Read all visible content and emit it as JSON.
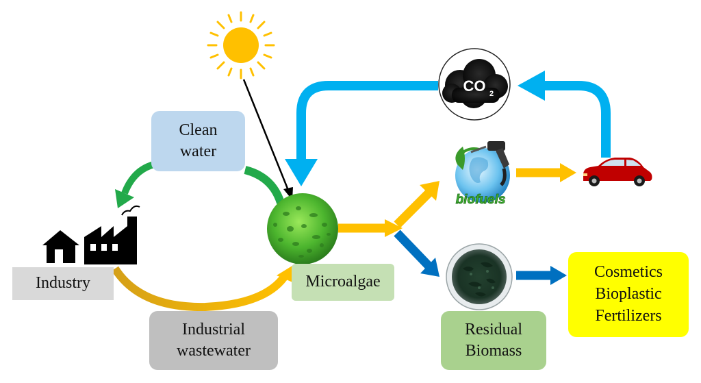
{
  "labels": {
    "clean_water": [
      "Clean",
      "water"
    ],
    "industry": "Industry",
    "microalgae": "Microalgae",
    "industrial_wastewater": [
      "Industrial",
      "wastewater"
    ],
    "residual_biomass": [
      "Residual",
      "Biomass"
    ],
    "products": [
      "Cosmetics",
      "Bioplastic",
      "Fertilizers"
    ],
    "co2": "CO",
    "co2_sub": "2",
    "biofuels": "biofuels"
  },
  "colors": {
    "clean_water_box": "#bdd7ee",
    "industry_box": "#d9d9d9",
    "microalgae_box": "#c5e0b4",
    "wastewater_box": "#bfbfbf",
    "residual_box": "#a9d18e",
    "products_box": "#ffff00",
    "sky_blue_arrow": "#00b0f0",
    "green_arrow": "#22a94a",
    "gold_arrow": "#ffc000",
    "dark_blue_arrow": "#0070c0",
    "sun": "#ffc000",
    "car": "#c00000"
  },
  "icons": [
    "sun-icon",
    "co2-cloud-icon",
    "biofuels-globe-icon",
    "car-icon",
    "house-icon",
    "factory-icon",
    "microalgae-icon",
    "biomass-bowl-icon"
  ]
}
